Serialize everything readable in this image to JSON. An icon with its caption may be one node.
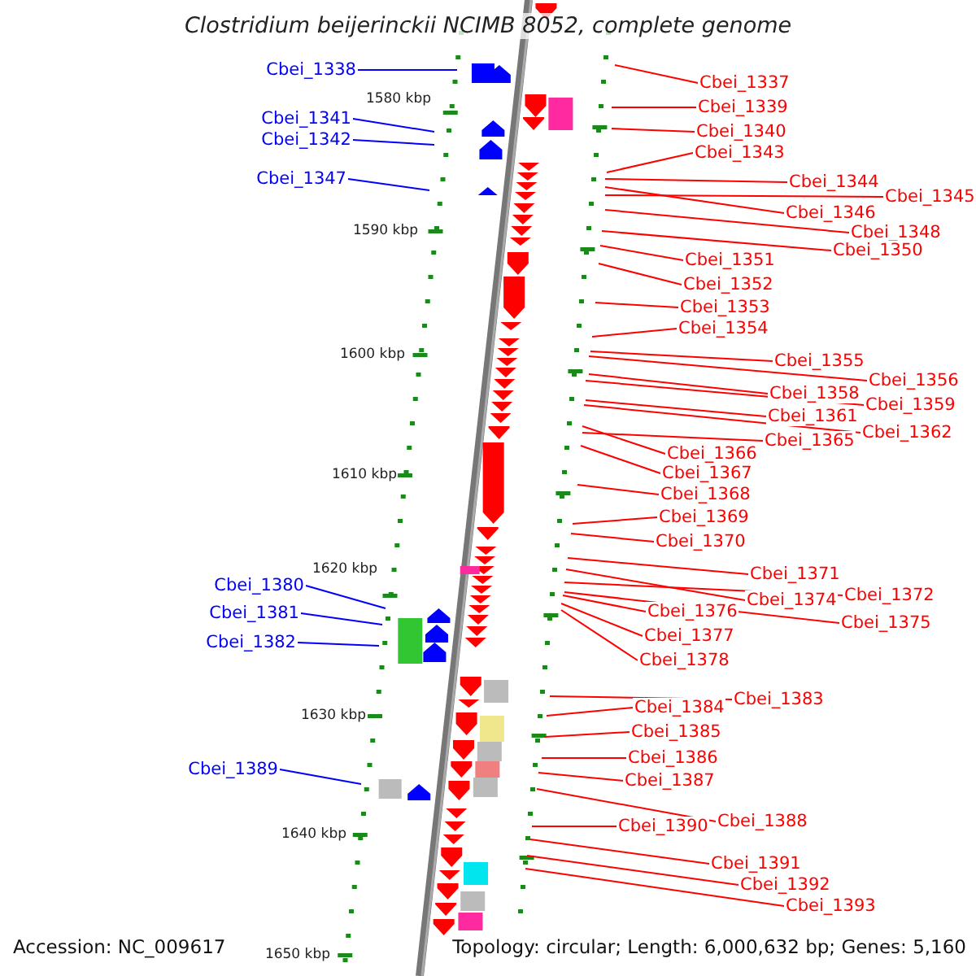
{
  "diagram": {
    "title": "Clostridium beijerinckii NCIMB 8052, complete genome",
    "nodes": [
      {
        "text": [
          "Cbei_1338"
        ]
      },
      {
        "text": [
          "Cbei_1337"
        ]
      },
      {
        "text": [
          "Cbei_1339"
        ]
      },
      {
        "text": [
          "Cbei_1341"
        ]
      },
      {
        "text": [
          "Cbei_1340"
        ]
      },
      {
        "text": [
          "Cbei_1342"
        ]
      },
      {
        "text": [
          "Cbei_1343"
        ]
      },
      {
        "text": [
          "Cbei_1347"
        ]
      },
      {
        "text": [
          "Cbei_1344"
        ]
      },
      {
        "text": [
          "Cbei_1346"
        ]
      },
      {
        "text": [
          "Cbei_1345"
        ]
      },
      {
        "text": [
          "Cbei_1348"
        ]
      },
      {
        "text": [
          "Cbei_1350"
        ]
      },
      {
        "text": [
          "Cbei_1351"
        ]
      },
      {
        "text": [
          "Cbei_1352"
        ]
      },
      {
        "text": [
          "Cbei_1353"
        ]
      },
      {
        "text": [
          "Cbei_1354"
        ]
      },
      {
        "text": [
          "Cbei_1355"
        ]
      },
      {
        "text": [
          "Cbei_1356"
        ]
      },
      {
        "text": [
          "Cbei_1358"
        ]
      },
      {
        "text": [
          "Cbei_1359"
        ]
      },
      {
        "text": [
          "Cbei_1361"
        ]
      },
      {
        "text": [
          "Cbei_1362"
        ]
      },
      {
        "text": [
          "Cbei_1366"
        ]
      },
      {
        "text": [
          "Cbei_1365"
        ]
      },
      {
        "text": [
          "Cbei_1367"
        ]
      },
      {
        "text": [
          "Cbei_1368"
        ]
      },
      {
        "text": [
          "Cbei_1369"
        ]
      },
      {
        "text": [
          "Cbei_1370"
        ]
      },
      {
        "text": [
          "Cbei_1371"
        ]
      },
      {
        "text": [
          "Cbei_1380"
        ]
      },
      {
        "text": [
          "Cbei_1372"
        ]
      },
      {
        "text": [
          "Cbei_1374"
        ]
      },
      {
        "text": [
          "Cbei_1376"
        ]
      },
      {
        "text": [
          "Cbei_1381"
        ]
      },
      {
        "text": [
          "Cbei_1375"
        ]
      },
      {
        "text": [
          "Cbei_1377"
        ]
      },
      {
        "text": [
          "Cbei_1382"
        ]
      },
      {
        "text": [
          "Cbei_1378"
        ]
      },
      {
        "text": [
          "Cbei_1383"
        ]
      },
      {
        "text": [
          "Cbei_1384"
        ]
      },
      {
        "text": [
          "Cbei_1385"
        ]
      },
      {
        "text": [
          "Cbei_1386"
        ]
      },
      {
        "text": [
          "Cbei_1389"
        ]
      },
      {
        "text": [
          "Cbei_1387"
        ]
      },
      {
        "text": [
          "Cbei_1388"
        ]
      },
      {
        "text": [
          "Cbei_1390"
        ]
      },
      {
        "text": [
          "Cbei_1391"
        ]
      },
      {
        "text": [
          "Cbei_1392"
        ]
      },
      {
        "text": [
          "Cbei_1393"
        ]
      }
    ],
    "edges": [
      {
        "from": 0,
        "to": null,
        "arrow": "none",
        "color": "#0000ff"
      },
      {
        "from": 1,
        "to": null,
        "arrow": "none"
      },
      {
        "from": 2,
        "to": null,
        "arrow": "none"
      },
      {
        "from": 3,
        "to": null,
        "arrow": "none",
        "color": "#0000ff"
      },
      {
        "from": 4,
        "to": null,
        "arrow": "none"
      },
      {
        "from": 5,
        "to": null,
        "arrow": "none",
        "color": "#0000ff"
      },
      {
        "from": 6,
        "to": null,
        "arrow": "none"
      },
      {
        "from": 7,
        "to": null,
        "arrow": "none",
        "color": "#0000ff"
      },
      {
        "from": 8,
        "to": null,
        "arrow": "none"
      },
      {
        "from": 9,
        "to": null,
        "arrow": "none"
      },
      {
        "from": 10,
        "to": null,
        "arrow": "none"
      },
      {
        "from": 11,
        "to": null,
        "arrow": "none"
      },
      {
        "from": 12,
        "to": null,
        "arrow": "none"
      },
      {
        "from": 13,
        "to": null,
        "arrow": "none"
      },
      {
        "from": 14,
        "to": null,
        "arrow": "none"
      },
      {
        "from": 15,
        "to": null,
        "arrow": "none"
      },
      {
        "from": 16,
        "to": null,
        "arrow": "none"
      },
      {
        "from": 17,
        "to": null,
        "arrow": "none"
      },
      {
        "from": 18,
        "to": null,
        "arrow": "none"
      },
      {
        "from": 19,
        "to": null,
        "arrow": "none"
      },
      {
        "from": 20,
        "to": null,
        "arrow": "none"
      },
      {
        "from": 21,
        "to": null,
        "arrow": "none"
      },
      {
        "from": 22,
        "to": null,
        "arrow": "none"
      },
      {
        "from": 23,
        "to": null,
        "arrow": "none"
      },
      {
        "from": 24,
        "to": null,
        "arrow": "none"
      },
      {
        "from": 25,
        "to": null,
        "arrow": "none"
      },
      {
        "from": 26,
        "to": null,
        "arrow": "none"
      },
      {
        "from": 27,
        "to": null,
        "arrow": "none"
      },
      {
        "from": 28,
        "to": null,
        "arrow": "none"
      },
      {
        "from": 29,
        "to": null,
        "arrow": "none"
      },
      {
        "from": 30,
        "to": null,
        "arrow": "none",
        "color": "#0000ff"
      },
      {
        "from": 31,
        "to": null,
        "arrow": "none"
      },
      {
        "from": 32,
        "to": null,
        "arrow": "none"
      },
      {
        "from": 33,
        "to": null,
        "arrow": "none"
      },
      {
        "from": 34,
        "to": null,
        "arrow": "none",
        "color": "#0000ff"
      },
      {
        "from": 35,
        "to": null,
        "arrow": "none"
      },
      {
        "from": 36,
        "to": null,
        "arrow": "none"
      },
      {
        "from": 37,
        "to": null,
        "arrow": "none",
        "color": "#0000ff"
      },
      {
        "from": 38,
        "to": null,
        "arrow": "none"
      },
      {
        "from": 39,
        "to": null,
        "arrow": "none"
      },
      {
        "from": 40,
        "to": null,
        "arrow": "none"
      },
      {
        "from": 41,
        "to": null,
        "arrow": "none"
      },
      {
        "from": 42,
        "to": null,
        "arrow": "none"
      },
      {
        "from": 43,
        "to": null,
        "arrow": "none",
        "color": "#0000ff"
      },
      {
        "from": 44,
        "to": null,
        "arrow": "none"
      },
      {
        "from": 45,
        "to": null,
        "arrow": "none"
      },
      {
        "from": 46,
        "to": null,
        "arrow": "none"
      },
      {
        "from": 47,
        "to": null,
        "arrow": "none"
      },
      {
        "from": 48,
        "to": null,
        "arrow": "none"
      },
      {
        "from": 49,
        "to": null,
        "arrow": "none"
      }
    ],
    "labels": [
      "1580 kbp",
      "1590 kbp",
      "1600 kbp",
      "1610 kbp",
      "1620 kbp",
      "1630 kbp",
      "1640 kbp",
      "1650 kbp",
      "Accession: NC_009617",
      "Topology: circular; Length: 6,000,632 bp; Genes: 5,160"
    ]
  }
}
